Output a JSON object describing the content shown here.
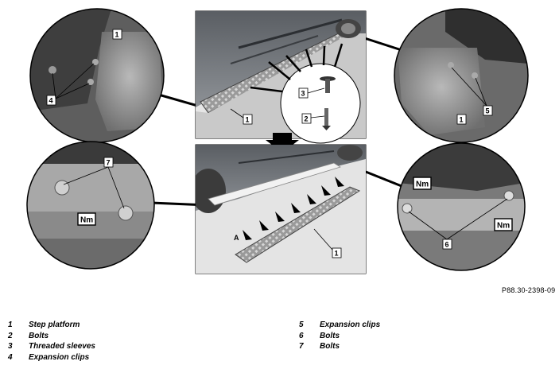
{
  "figure_id": "P88.30-2398-09",
  "callouts": {
    "main_top": {
      "c1": "1",
      "c2": "2",
      "c3": "3"
    },
    "main_bottom": {
      "c1": "1",
      "arrow_label": "A"
    },
    "left_top": {
      "c1": "1",
      "c4": "4"
    },
    "right_top": {
      "c1": "1",
      "c5": "5"
    },
    "left_bottom": {
      "c7": "7",
      "torque": "Nm"
    },
    "right_bottom": {
      "c6": "6",
      "torque_a": "Nm",
      "torque_b": "Nm"
    }
  },
  "legend": {
    "left": [
      {
        "num": "1",
        "text": "Step platform"
      },
      {
        "num": "2",
        "text": "Bolts"
      },
      {
        "num": "3",
        "text": "Threaded sleeves"
      },
      {
        "num": "4",
        "text": "Expansion clips"
      }
    ],
    "right": [
      {
        "num": "5",
        "text": "Expansion clips"
      },
      {
        "num": "6",
        "text": "Bolts"
      },
      {
        "num": "7",
        "text": "Bolts"
      }
    ]
  }
}
